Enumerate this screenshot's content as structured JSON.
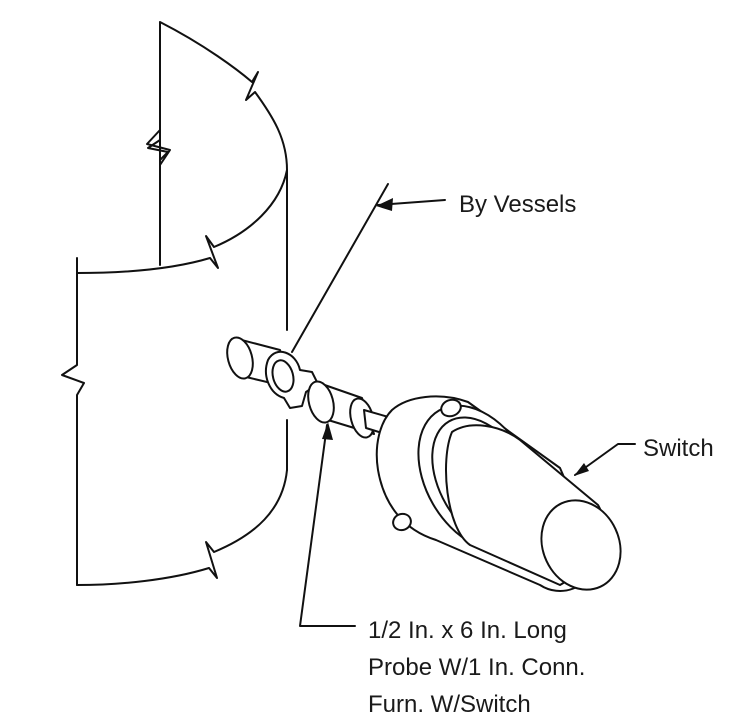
{
  "labels": {
    "vessels": "By Vessels",
    "switch": "Switch",
    "probe_line1": "1/2 In. x 6 In. Long",
    "probe_line2": "Probe W/1 In. Conn.",
    "probe_line3": "Furn. W/Switch"
  },
  "colors": {
    "stroke": "#111111",
    "background": "#ffffff"
  }
}
